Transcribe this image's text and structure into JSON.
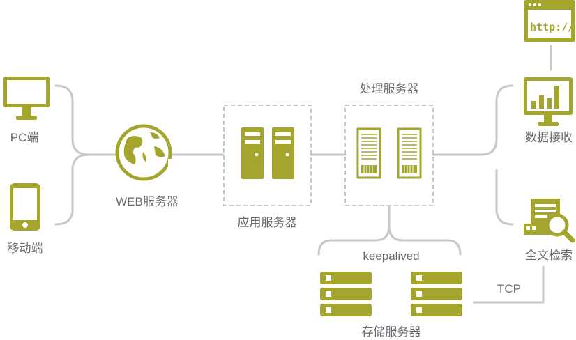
{
  "colors": {
    "olive": "#a3a52d",
    "line": "#c8c8c8",
    "dash": "#c8c8c8",
    "text": "#666b70"
  },
  "labels": {
    "pc": "PC端",
    "mobile": "移动端",
    "web_server": "WEB服务器",
    "app_server": "应用服务器",
    "process_server": "处理服务器",
    "data_receive": "数据接收",
    "fulltext_search": "全文检索",
    "keepalived": "keepalived",
    "storage_server": "存储服务器",
    "tcp": "TCP",
    "http": "http://"
  },
  "icons": {
    "pc": "monitor-icon",
    "mobile": "smartphone-icon",
    "web": "globe-icon",
    "app": "server-tower-icon",
    "process": "rack-server-icon",
    "browser": "browser-window-icon",
    "data": "bar-chart-monitor-icon",
    "search": "document-search-icon",
    "storage": "storage-stack-icon"
  }
}
